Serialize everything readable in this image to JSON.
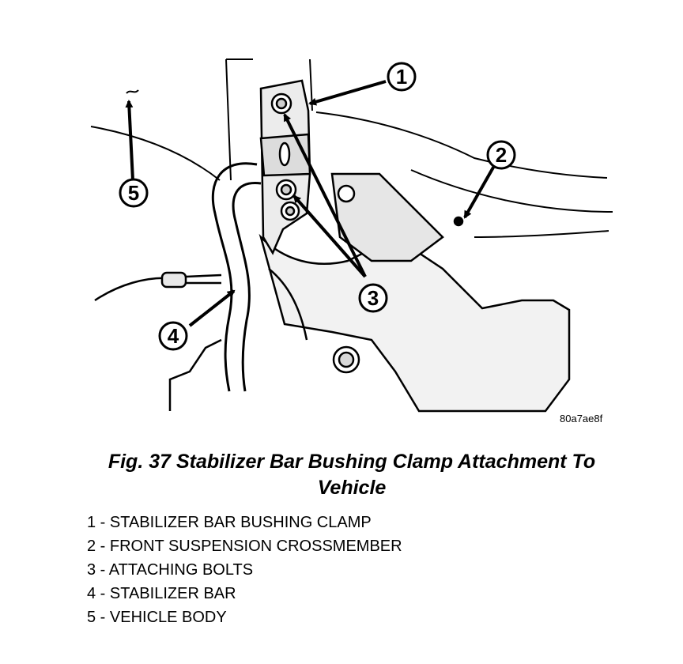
{
  "figure": {
    "reference_code": "80a7ae8f",
    "callouts": [
      "1",
      "2",
      "3",
      "4",
      "5"
    ]
  },
  "caption": {
    "line1": "Fig. 37 Stabilizer Bar Bushing Clamp Attachment To",
    "line2": "Vehicle"
  },
  "legend": [
    {
      "number": "1",
      "text": "1 - STABILIZER BAR BUSHING CLAMP"
    },
    {
      "number": "2",
      "text": "2 - FRONT SUSPENSION CROSSMEMBER"
    },
    {
      "number": "3",
      "text": "3 - ATTACHING BOLTS"
    },
    {
      "number": "4",
      "text": "4 - STABILIZER BAR"
    },
    {
      "number": "5",
      "text": "5 - VEHICLE BODY"
    }
  ]
}
